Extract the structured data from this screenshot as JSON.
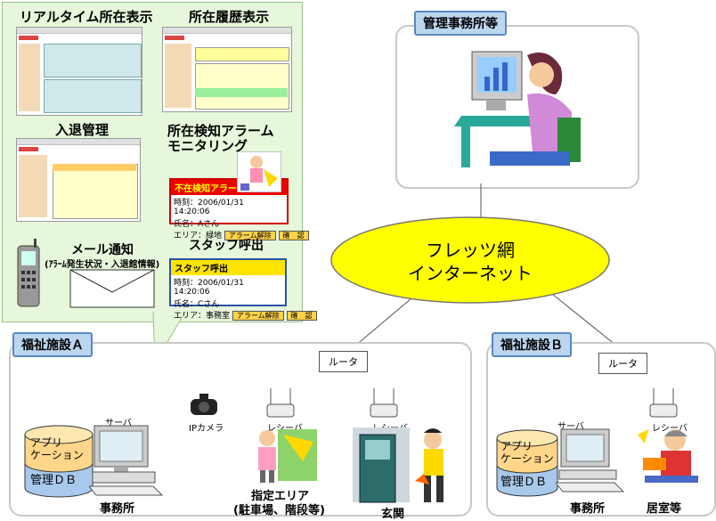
{
  "green_panel": {
    "realtime_title": "リアルタイム所在表示",
    "history_title": "所在履歴表示",
    "entry_title": "入退管理",
    "alarm_title_line1": "所在検知アラーム",
    "alarm_title_line2": "モニタリング",
    "mail_title": "メール通知",
    "mail_sub": "(ｱﾗｰﾑ発生状況・入退館情報)",
    "staff_title": "スタッフ呼出",
    "alarm_popup": {
      "header": "不在検知アラーム",
      "time": "時刻：2006/01/31　14:20:06",
      "name": "氏名：Aさん",
      "area": "エリア：緑地",
      "btn1": "アラーム解除",
      "btn2": "確　認"
    },
    "staff_popup": {
      "header": "スタッフ呼出",
      "time": "時刻：2006/01/31　14:20:06",
      "name": "氏名：Cさん",
      "area": "エリア：事務室",
      "btn1": "アラーム解除",
      "btn2": "確　認"
    }
  },
  "admin": {
    "label": "管理事務所等"
  },
  "network": {
    "line1": "フレッツ網",
    "line2": "インターネット"
  },
  "facility_a": {
    "label": "福祉施設Ａ",
    "router": "ルータ",
    "server": "サーバ",
    "ip_camera": "IPカメラ",
    "receiver1": "レシーバ",
    "receiver2": "レシーバ",
    "db_top": "アプリ\nケーション",
    "db_bottom": "管理ＤＢ",
    "office": "事務所",
    "area_line1": "指定エリア",
    "area_line2": "(駐車場、階段等)",
    "entrance": "玄関"
  },
  "facility_b": {
    "label": "福祉施設Ｂ",
    "router": "ルータ",
    "server": "サーバ",
    "receiver": "レシーバ",
    "db_top": "アプリ\nケーション",
    "db_bottom": "管理ＤＢ",
    "office": "事務所",
    "room": "居室等"
  },
  "colors": {
    "panel_green": "#e6f7dc",
    "label_blue": "#bcd6f0",
    "cloud_yellow": "#ffff00",
    "db_orange": "#ffd68a",
    "db_blue": "#a8c8ec"
  }
}
